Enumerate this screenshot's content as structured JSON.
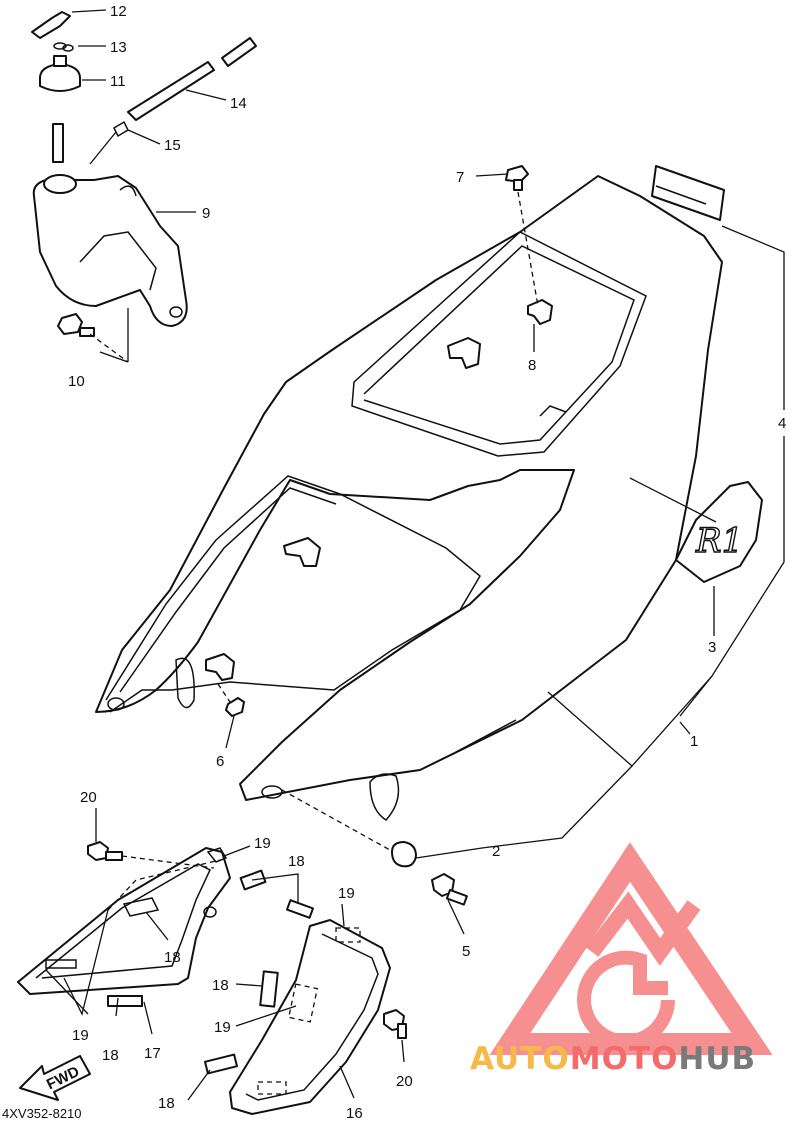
{
  "diagram": {
    "code": "4XV352-8210",
    "fwd_label": "FWD",
    "decal_text": "R1",
    "callouts": [
      "1",
      "2",
      "3",
      "4",
      "5",
      "6",
      "7",
      "8",
      "9",
      "10",
      "11",
      "12",
      "13",
      "14",
      "15",
      "16",
      "17",
      "18",
      "19",
      "20"
    ],
    "labels": {
      "c1": "1",
      "c2": "2",
      "c3": "3",
      "c4": "4",
      "c5": "5",
      "c6": "6",
      "c7": "7",
      "c8": "8",
      "c9": "9",
      "c10": "10",
      "c11": "11",
      "c12": "12",
      "c13": "13",
      "c14": "14",
      "c15": "15",
      "c16": "16",
      "c17": "17",
      "c18a": "18",
      "c18b": "18",
      "c18c": "18",
      "c18d": "18",
      "c18e": "18",
      "c19a": "19",
      "c19b": "19",
      "c19c": "19",
      "c19d": "19",
      "c20a": "20",
      "c20b": "20"
    }
  },
  "watermark": {
    "part1": "AUTO",
    "part2": "MOTO",
    "part3": "HUB",
    "colors": {
      "logo": "#f36b6b",
      "auto": "#f5b94a",
      "moto": "#f36b6b",
      "hub": "#7a7a7a"
    }
  }
}
